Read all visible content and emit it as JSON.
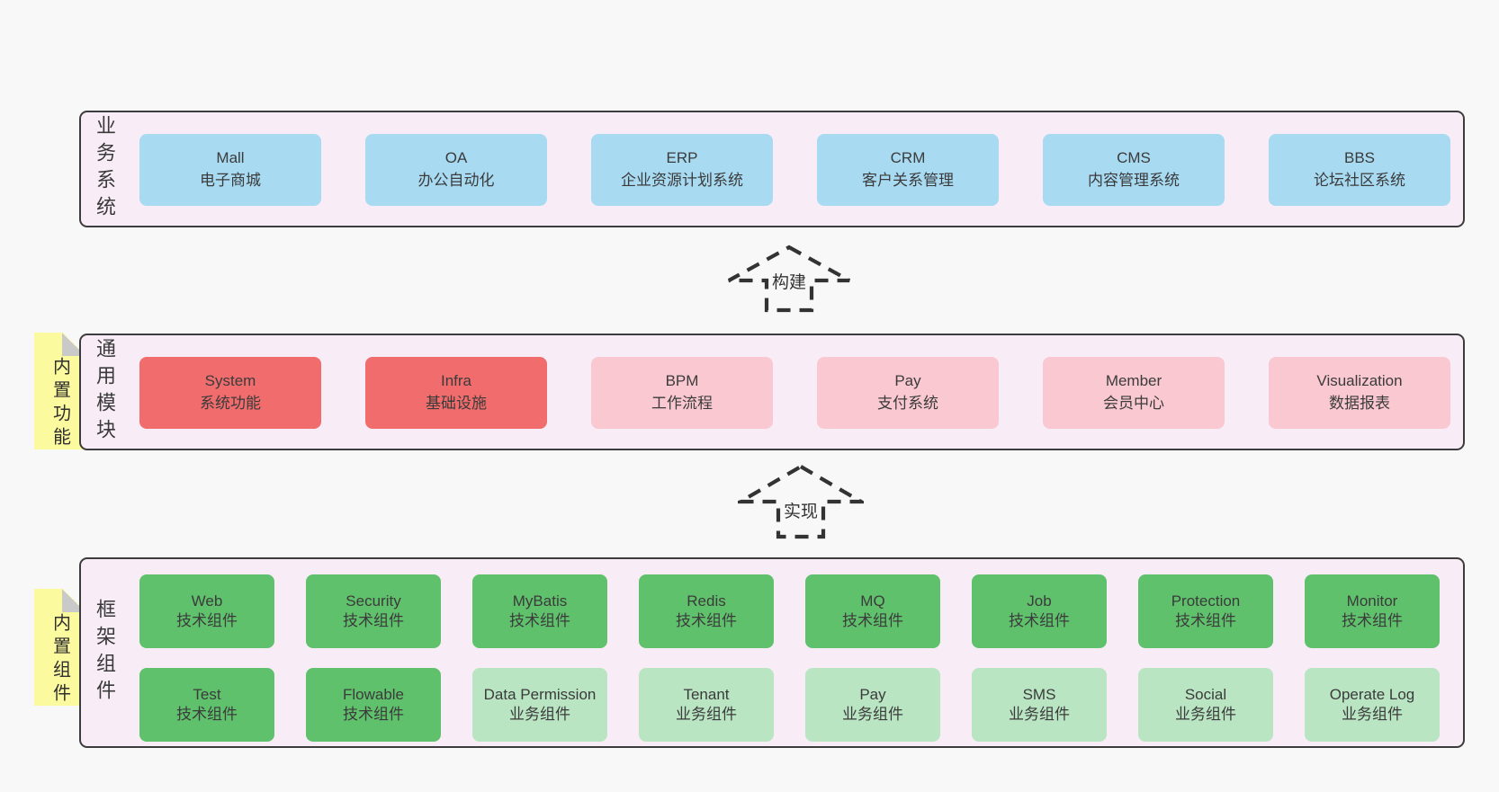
{
  "colors": {
    "page_bg": "#f8f8f8",
    "panel_bg": "#f8edf6",
    "panel_border": "#3c3c3c",
    "blue": "#a8daf2",
    "red": "#f16c6c",
    "pink": "#f9c8d0",
    "green_dark": "#5fc16c",
    "green_light": "#b9e5c3",
    "note_bg": "#fcfa9e",
    "note_fold": "#c9c9c9",
    "text": "#3f3f3f"
  },
  "layers": {
    "business": {
      "label": "业务系统",
      "boxes": [
        {
          "title": "Mall",
          "subtitle": "电子商城",
          "variant": "blue"
        },
        {
          "title": "OA",
          "subtitle": "办公自动化",
          "variant": "blue"
        },
        {
          "title": "ERP",
          "subtitle": "企业资源计划系统",
          "variant": "blue"
        },
        {
          "title": "CRM",
          "subtitle": "客户关系管理",
          "variant": "blue"
        },
        {
          "title": "CMS",
          "subtitle": "内容管理系统",
          "variant": "blue"
        },
        {
          "title": "BBS",
          "subtitle": "论坛社区系统",
          "variant": "blue"
        }
      ]
    },
    "modules": {
      "label": "通用模块",
      "note": "内置功能",
      "boxes": [
        {
          "title": "System",
          "subtitle": "系统功能",
          "variant": "red"
        },
        {
          "title": "Infra",
          "subtitle": "基础设施",
          "variant": "red"
        },
        {
          "title": "BPM",
          "subtitle": "工作流程",
          "variant": "pink"
        },
        {
          "title": "Pay",
          "subtitle": "支付系统",
          "variant": "pink"
        },
        {
          "title": "Member",
          "subtitle": "会员中心",
          "variant": "pink"
        },
        {
          "title": "Visualization",
          "subtitle": "数据报表",
          "variant": "pink"
        }
      ]
    },
    "components": {
      "label": "框架组件",
      "note": "内置组件",
      "row1": [
        {
          "title": "Web",
          "subtitle": "技术组件",
          "variant": "green-dark"
        },
        {
          "title": "Security",
          "subtitle": "技术组件",
          "variant": "green-dark"
        },
        {
          "title": "MyBatis",
          "subtitle": "技术组件",
          "variant": "green-dark"
        },
        {
          "title": "Redis",
          "subtitle": "技术组件",
          "variant": "green-dark"
        },
        {
          "title": "MQ",
          "subtitle": "技术组件",
          "variant": "green-dark"
        },
        {
          "title": "Job",
          "subtitle": "技术组件",
          "variant": "green-dark"
        },
        {
          "title": "Protection",
          "subtitle": "技术组件",
          "variant": "green-dark"
        },
        {
          "title": "Monitor",
          "subtitle": "技术组件",
          "variant": "green-dark"
        }
      ],
      "row2": [
        {
          "title": "Test",
          "subtitle": "技术组件",
          "variant": "green-dark"
        },
        {
          "title": "Flowable",
          "subtitle": "技术组件",
          "variant": "green-dark"
        },
        {
          "title": "Data Permission",
          "subtitle": "业务组件",
          "variant": "green-light"
        },
        {
          "title": "Tenant",
          "subtitle": "业务组件",
          "variant": "green-light"
        },
        {
          "title": "Pay",
          "subtitle": "业务组件",
          "variant": "green-light"
        },
        {
          "title": "SMS",
          "subtitle": "业务组件",
          "variant": "green-light"
        },
        {
          "title": "Social",
          "subtitle": "业务组件",
          "variant": "green-light"
        },
        {
          "title": "Operate Log",
          "subtitle": "业务组件",
          "variant": "green-light"
        }
      ]
    }
  },
  "arrows": {
    "build": {
      "label": "构建"
    },
    "implement": {
      "label": "实现"
    }
  }
}
